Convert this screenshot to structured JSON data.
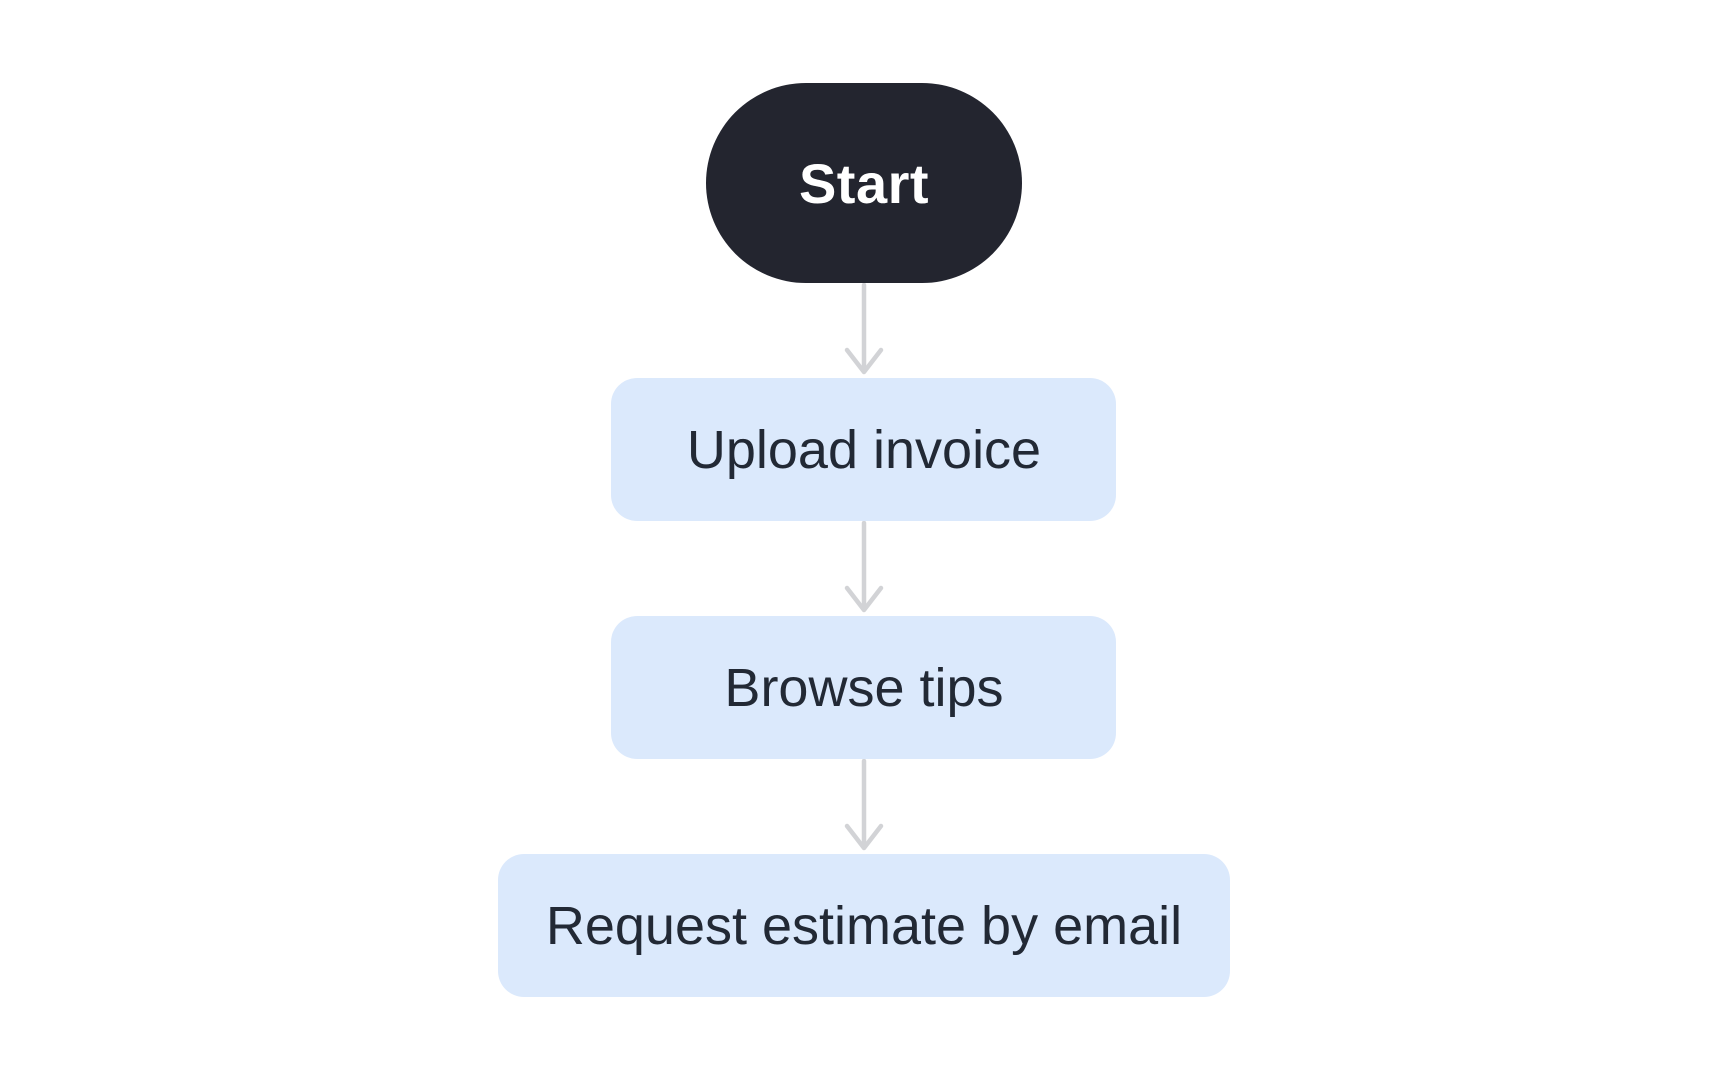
{
  "diagram": {
    "type": "flowchart",
    "direction": "top-down",
    "start_node": {
      "label": "Start"
    },
    "steps": [
      {
        "label": "Upload invoice"
      },
      {
        "label": "Browse tips"
      },
      {
        "label": "Request estimate by email"
      }
    ],
    "edges": [
      {
        "from": "Start",
        "to": "Upload invoice"
      },
      {
        "from": "Upload invoice",
        "to": "Browse tips"
      },
      {
        "from": "Browse tips",
        "to": "Request estimate by email"
      }
    ],
    "colors": {
      "background": "#ffffff",
      "start_node_bg": "#23252f",
      "start_node_text": "#ffffff",
      "step_node_bg": "#dbe9fc",
      "step_node_text": "#222935",
      "arrow": "#d2d3d6"
    }
  }
}
